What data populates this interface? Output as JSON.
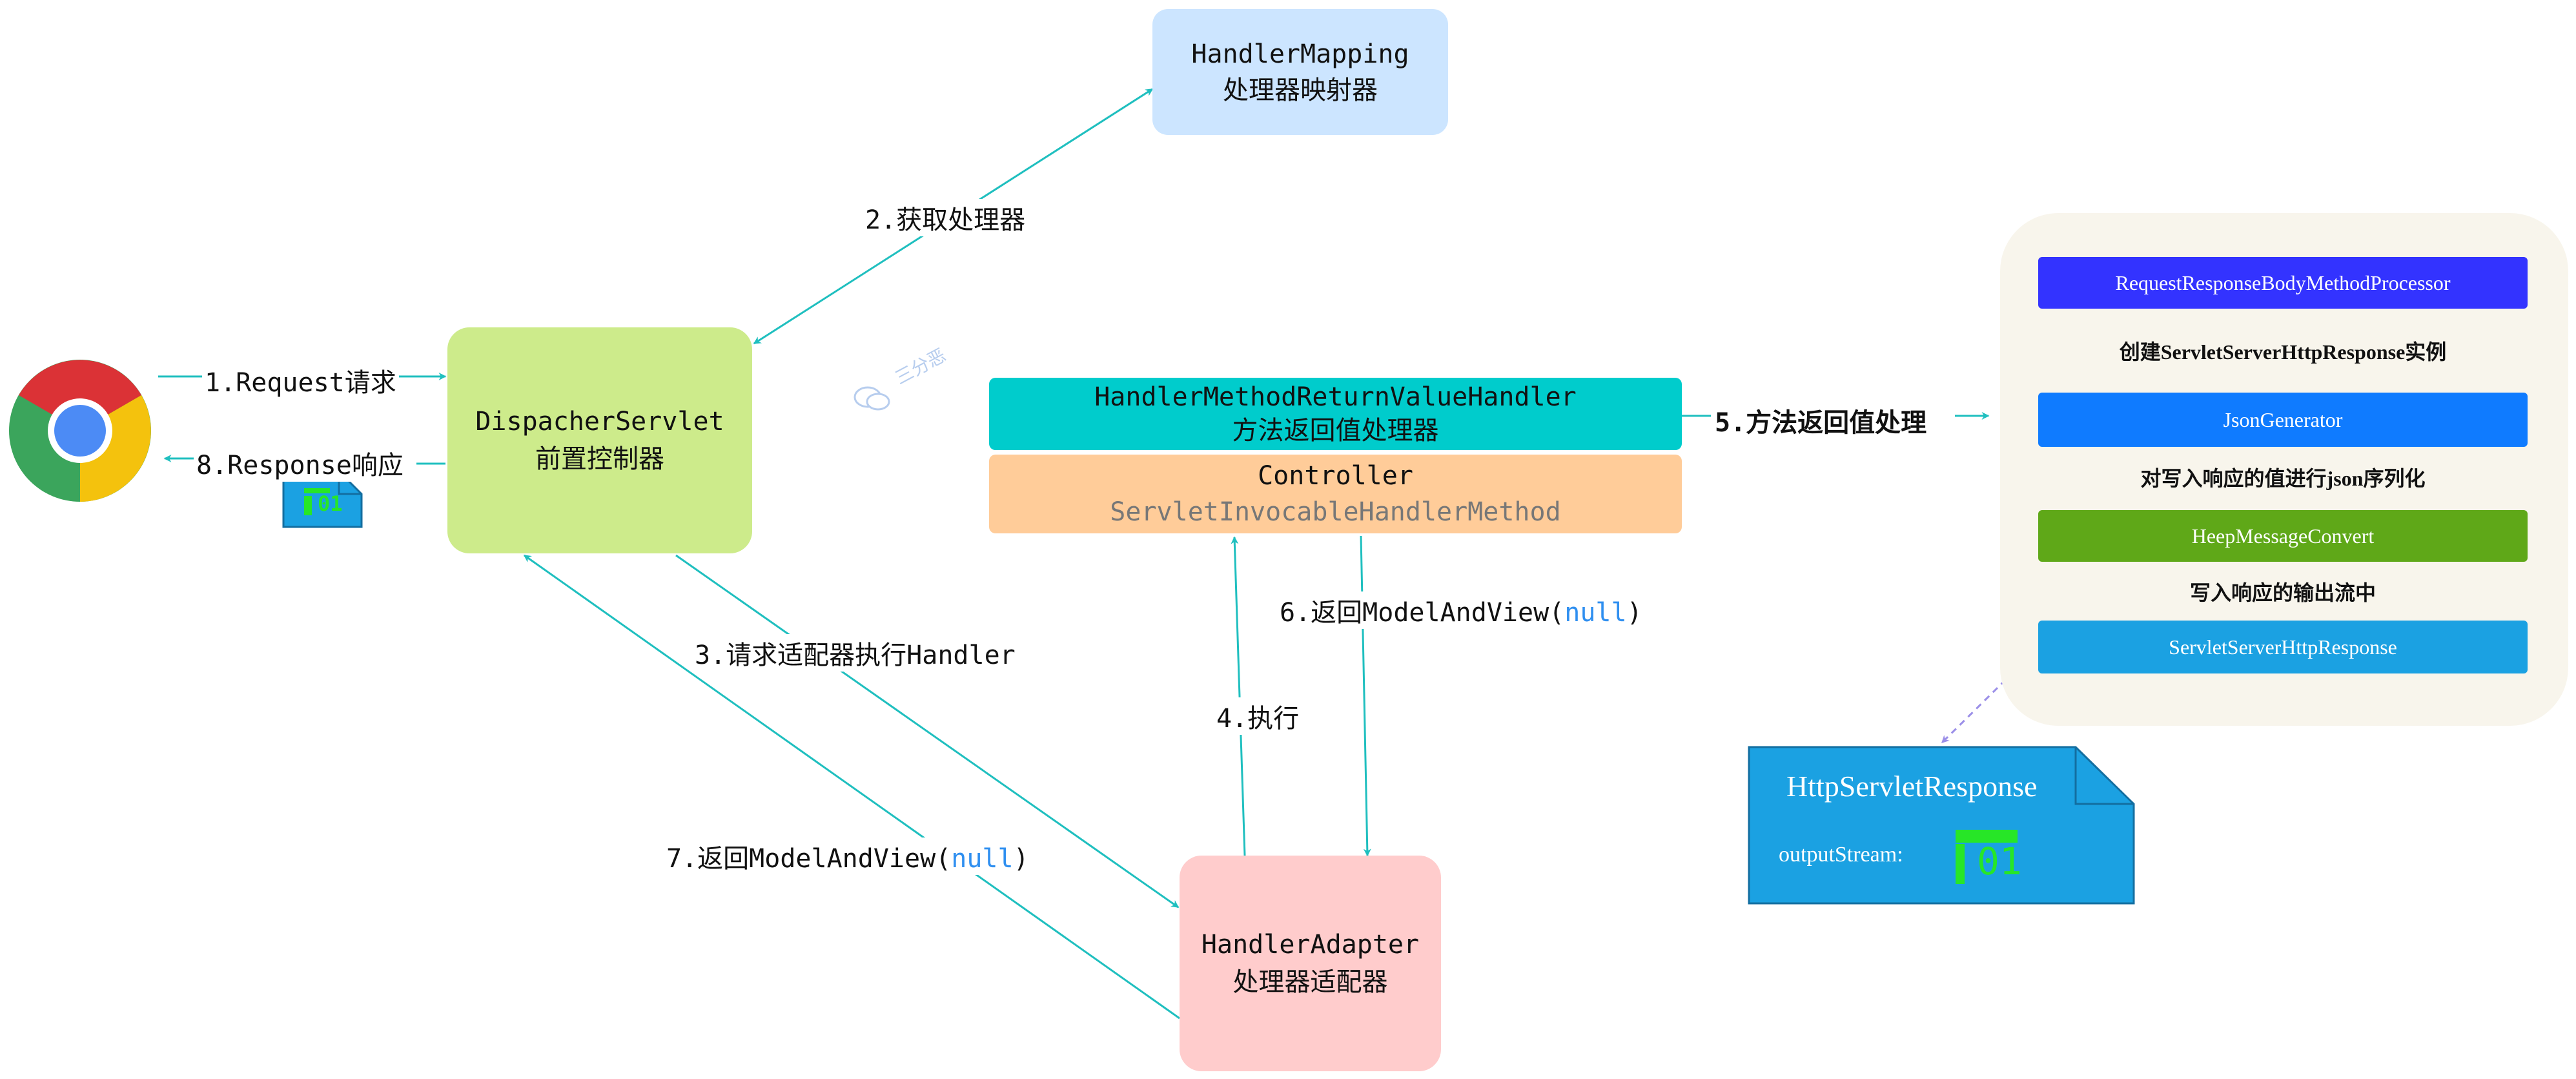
{
  "colors": {
    "arrow": "#1fbfbf",
    "dashed_arrow": "#9b8fe8",
    "handler_mapping_fill": "#cce5ff",
    "dispatcher_fill": "#cdeb8b",
    "adapter_fill": "#ffcccc",
    "return_handler_fill": "#00cccc",
    "controller_fill": "#ffcc99",
    "panel_fill": "#f8f5ec",
    "processor_fill": "#3333ff",
    "json_generator_fill": "#0f7bff",
    "heep_fill": "#5fa818",
    "servlet_response_fill": "#1ba1e2",
    "http_response_fill": "#1ba1e2",
    "highlight_text": "#2f8ff0"
  },
  "browser": {
    "icon": "chrome-icon"
  },
  "handler_mapping": {
    "line1": "HandlerMapping",
    "line2": "处理器映射器"
  },
  "dispatcher": {
    "line1": "DispacherServlet",
    "line2": "前置控制器"
  },
  "adapter": {
    "line1": "HandlerAdapter",
    "line2": "处理器适配器"
  },
  "return_handler": {
    "line1": "HandlerMethodReturnValueHandler",
    "line2": "方法返回值处理器"
  },
  "controller": {
    "line1": "Controller",
    "line2": "ServletInvocableHandlerMethod"
  },
  "watermark": {
    "text": "三分恶",
    "icon": "wechat-icon"
  },
  "steps": {
    "s1": "1.Request请求",
    "s2": "2.获取处理器",
    "s3": "3.请求适配器执行Handler",
    "s4": "4.执行",
    "s5": "5.方法返回值处理",
    "s6_prefix": "6.返回ModelAndView(",
    "s6_null": "null",
    "s6_suffix": ")",
    "s7_prefix": "7.返回ModelAndView(",
    "s7_null": "null",
    "s7_suffix": ")",
    "s8": "8.Response响应"
  },
  "panel": {
    "processor": "RequestResponseBodyMethodProcessor",
    "step_a": "创建ServletServerHttpResponse实例",
    "json_generator": "JsonGenerator",
    "step_b": "对写入响应的值进行json序列化",
    "heep": "HeepMessageConvert",
    "step_c": "写入响应的输出流中",
    "servlet_response": "ServletServerHttpResponse"
  },
  "http_response": {
    "title": "HttpServletResponse",
    "label": "outputStream:",
    "glyph": "01",
    "icon": "binary-stream-icon"
  },
  "small_doc": {
    "glyph": "01",
    "icon": "binary-doc-icon"
  }
}
